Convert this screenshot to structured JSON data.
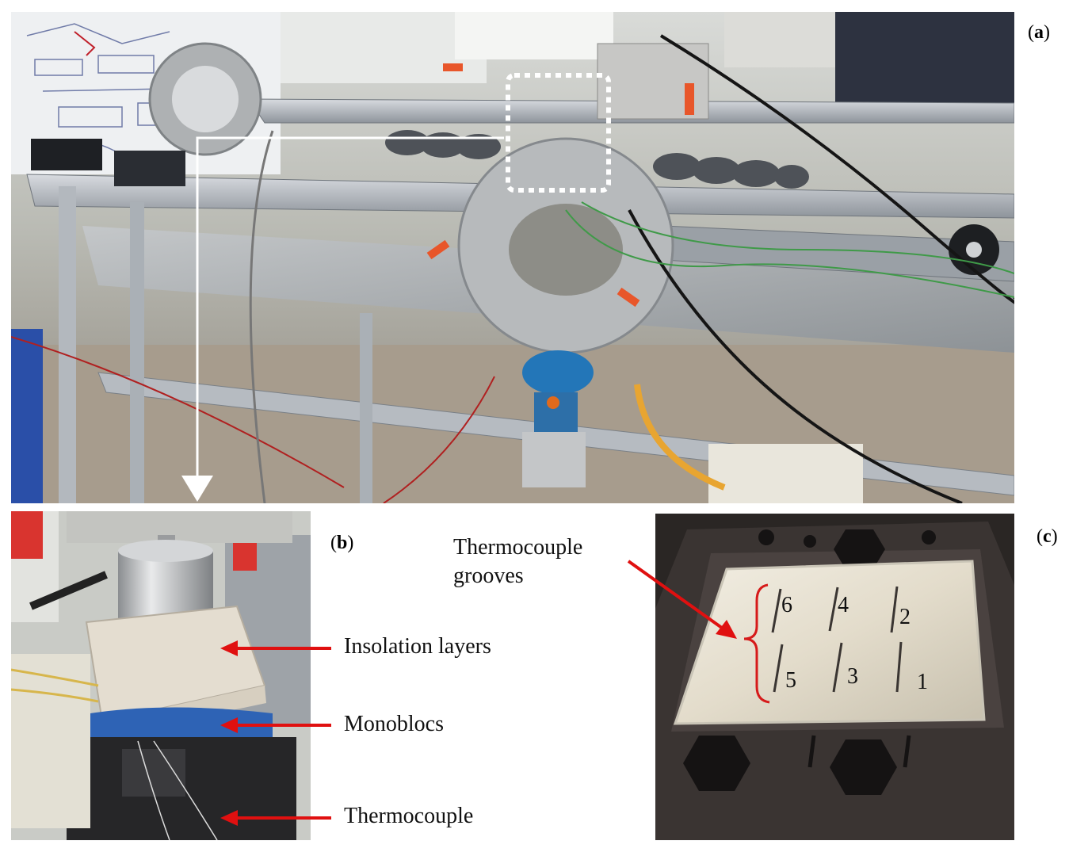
{
  "panels": {
    "a": {
      "label": "a"
    },
    "b": {
      "label": "b"
    },
    "c": {
      "label": "c"
    }
  },
  "annotations_b": {
    "insulation": "Insolation layers",
    "monoblocs": "Monoblocs",
    "thermocouple": "Thermocouple"
  },
  "annotations_c": {
    "grooves_line1": "Thermocouple",
    "grooves_line2": "grooves",
    "numbers": [
      "6",
      "4",
      "2",
      "5",
      "3",
      "1"
    ]
  },
  "colors": {
    "arrow_red": "#e01010",
    "highlight_box": "#ffffff",
    "leader_white": "#ffffff"
  }
}
